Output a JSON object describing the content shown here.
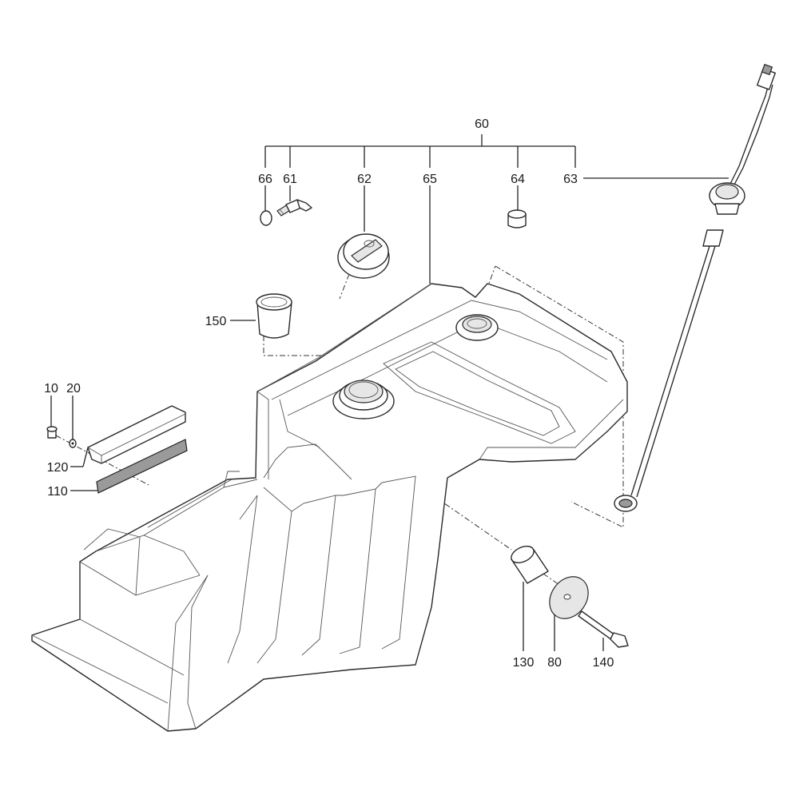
{
  "diagram": {
    "callouts": {
      "c60": "60",
      "c66": "66",
      "c61": "61",
      "c62": "62",
      "c65": "65",
      "c64": "64",
      "c63": "63",
      "c150": "150",
      "c10": "10",
      "c20": "20",
      "c120": "120",
      "c110": "110",
      "c130": "130",
      "c80": "80",
      "c140": "140"
    }
  }
}
